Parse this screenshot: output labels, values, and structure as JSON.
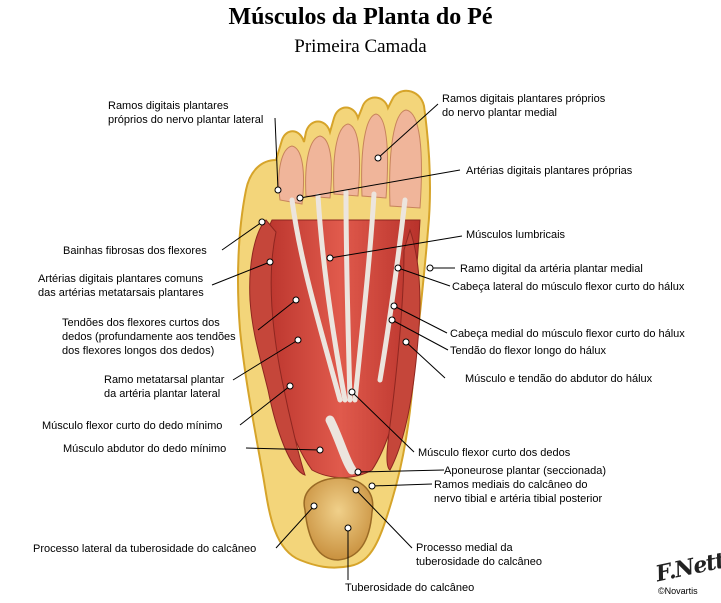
{
  "title": "Músculos da Planta do Pé",
  "subtitle": "Primeira Camada",
  "labels": {
    "ramos_lateral": [
      "Ramos digitais plantares",
      "próprios do nervo plantar lateral"
    ],
    "ramos_medial": [
      "Ramos digitais plantares próprios",
      "do nervo plantar medial"
    ],
    "arterias_proprias": "Artérias digitais plantares próprias",
    "bainhas": "Bainhas fibrosas dos flexores",
    "lumbricais": "Músculos lumbricais",
    "arterias_comuns": [
      "Artérias digitais plantares comuns",
      "das artérias metatarsais plantares"
    ],
    "ramo_digital": "Ramo digital da artéria plantar medial",
    "cabeca_lateral": "Cabeça lateral do músculo flexor curto do hálux",
    "tendoes_flexores": [
      "Tendões dos flexores curtos dos",
      "dedos (profundamente aos tendões",
      "dos flexores longos dos dedos)"
    ],
    "cabeca_medial": "Cabeça medial do músculo flexor curto do hálux",
    "tendao_flexor_longo": "Tendão do flexor longo do hálux",
    "ramo_metatarsal": [
      "Ramo metatarsal plantar",
      "da artéria plantar lateral"
    ],
    "abdutor_halux": "Músculo e tendão do abdutor do hálux",
    "flexor_minimo": "Músculo flexor curto do dedo mínimo",
    "abdutor_minimo": "Músculo abdutor do dedo mínimo",
    "flexor_dedos": "Músculo flexor curto dos dedos",
    "aponeurose": "Aponeurose plantar (seccionada)",
    "ramos_calcaneo": [
      "Ramos mediais do calcâneo do",
      "nervo tibial e artéria tibial posterior"
    ],
    "processo_lateral": "Processo lateral da tuberosidade do calcâneo",
    "processo_medial": [
      "Processo medial da",
      "tuberosidade do calcâneo"
    ],
    "tuberosidade": "Tuberosidade do calcâneo"
  },
  "logo": {
    "signature": "F.Netter",
    "brand": "©Novartis"
  },
  "colors": {
    "skin_outline": "#f2c23a",
    "muscle": "#d9483e",
    "tendon": "#e8e2dc",
    "fat": "#f3d57a",
    "bone": "#d9a760",
    "leader": "#000000"
  }
}
